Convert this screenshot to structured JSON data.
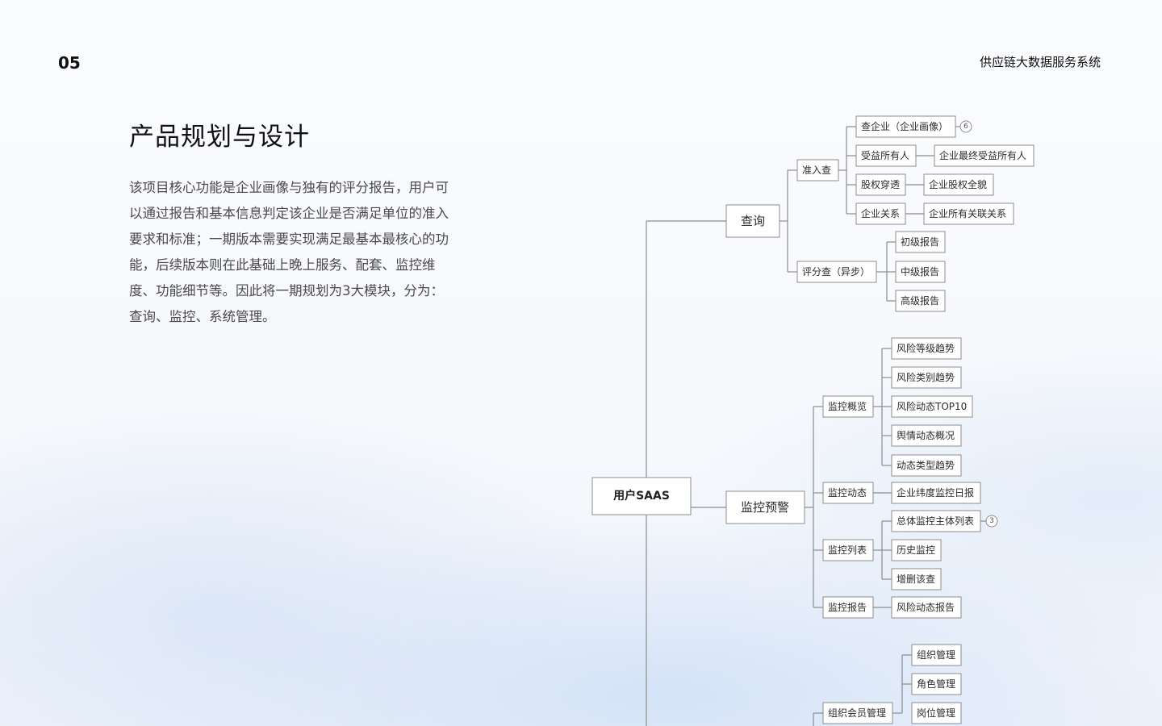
{
  "header": {
    "page_number": "05",
    "system_title": "供应链大数据服务系统"
  },
  "main": {
    "title": "产品规划与设计",
    "description": "该项目核心功能是企业画像与独有的评分报告，用户可以通过报告和基本信息判定该企业是否满足单位的准入要求和标准；一期版本需要实现满足最基本最核心的功能，后续版本则在此基础上晚上服务、配套、监控维度、功能细节等。因此将一期规划为3大模块，分为：查询、监控、系统管理。"
  },
  "mindmap": {
    "root": "用户SAAS",
    "query": {
      "label": "查询",
      "access_check": {
        "label": "准入查",
        "items": [
          {
            "label": "查企业（企业画像）",
            "badge": "6"
          },
          {
            "label": "受益所有人",
            "child": "企业最终受益所有人"
          },
          {
            "label": "股权穿透",
            "child": "企业股权全貌"
          },
          {
            "label": "企业关系",
            "child": "企业所有关联关系"
          }
        ]
      },
      "score_check": {
        "label": "评分查（异步）",
        "items": [
          "初级报告",
          "中级报告",
          "高级报告"
        ]
      }
    },
    "monitor": {
      "label": "监控预警",
      "overview": {
        "label": "监控概览",
        "items": [
          "风险等级趋势",
          "风险类别趋势",
          "风险动态TOP10",
          "舆情动态概况",
          "动态类型趋势"
        ]
      },
      "dynamics": {
        "label": "监控动态",
        "items": [
          "企业纬度监控日报"
        ]
      },
      "list": {
        "label": "监控列表",
        "items": [
          {
            "label": "总体监控主体列表",
            "badge": "3"
          },
          {
            "label": "历史监控"
          },
          {
            "label": "增删该查"
          }
        ]
      },
      "report": {
        "label": "监控报告",
        "items": [
          "风险动态报告"
        ]
      }
    },
    "org": {
      "label": "组织会员管理",
      "items": [
        "组织管理",
        "角色管理",
        "岗位管理"
      ]
    }
  }
}
